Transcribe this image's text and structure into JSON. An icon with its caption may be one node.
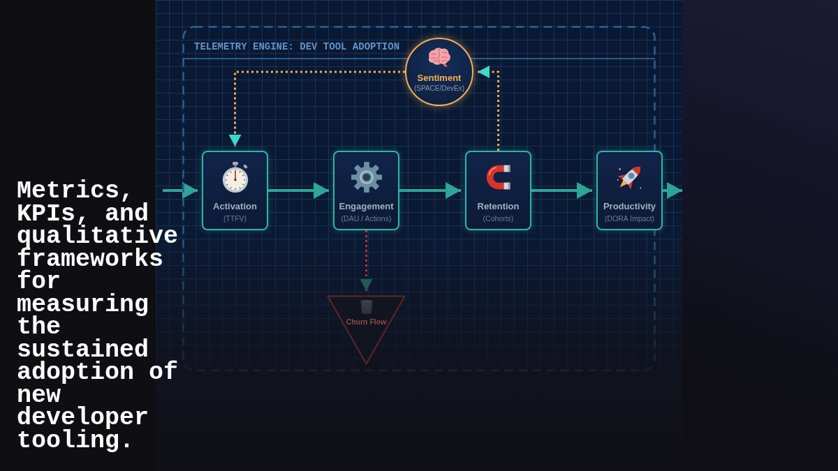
{
  "diagram": {
    "title": "Metrics, KPIs, and qualitative frameworks for measuring the sustained adoption of new developer tooling.",
    "nodes": [
      {
        "text": [
          "TELEMETRY ENGINE: DEV TOOL ADOPTION"
        ]
      },
      {
        "text": [
          "Sentiment",
          "(SPACE/DevEx)"
        ],
        "in": 0
      },
      {
        "text": [
          "Activation",
          "(TTFV)"
        ],
        "in": 0
      },
      {
        "text": [
          "Engagement",
          "(DAU / Actions)"
        ],
        "in": 0
      },
      {
        "text": [
          "Retention",
          "(Cohorts)"
        ],
        "in": 0
      },
      {
        "text": [
          "Productivity",
          "(DORA Impact)"
        ]
      },
      {
        "text": [
          "Churn Flow"
        ],
        "in": 0
      }
    ],
    "edges": [
      {
        "from": null,
        "to": 2,
        "arrow": "to"
      },
      {
        "from": 2,
        "to": 3,
        "arrow": "to"
      },
      {
        "from": 3,
        "to": 4,
        "arrow": "to"
      },
      {
        "from": 4,
        "to": 5,
        "arrow": "to"
      },
      {
        "from": 5,
        "to": null,
        "arrow": "to"
      },
      {
        "from": 1,
        "to": 2,
        "arrow": "to",
        "style": "dashed",
        "color": "#f6ad55"
      },
      {
        "from": 4,
        "to": 1,
        "arrow": "to",
        "style": "dashed",
        "color": "#f6ad55"
      },
      {
        "from": 3,
        "to": 6,
        "arrow": "to",
        "style": "dashed",
        "color": "#b83232"
      }
    ]
  }
}
